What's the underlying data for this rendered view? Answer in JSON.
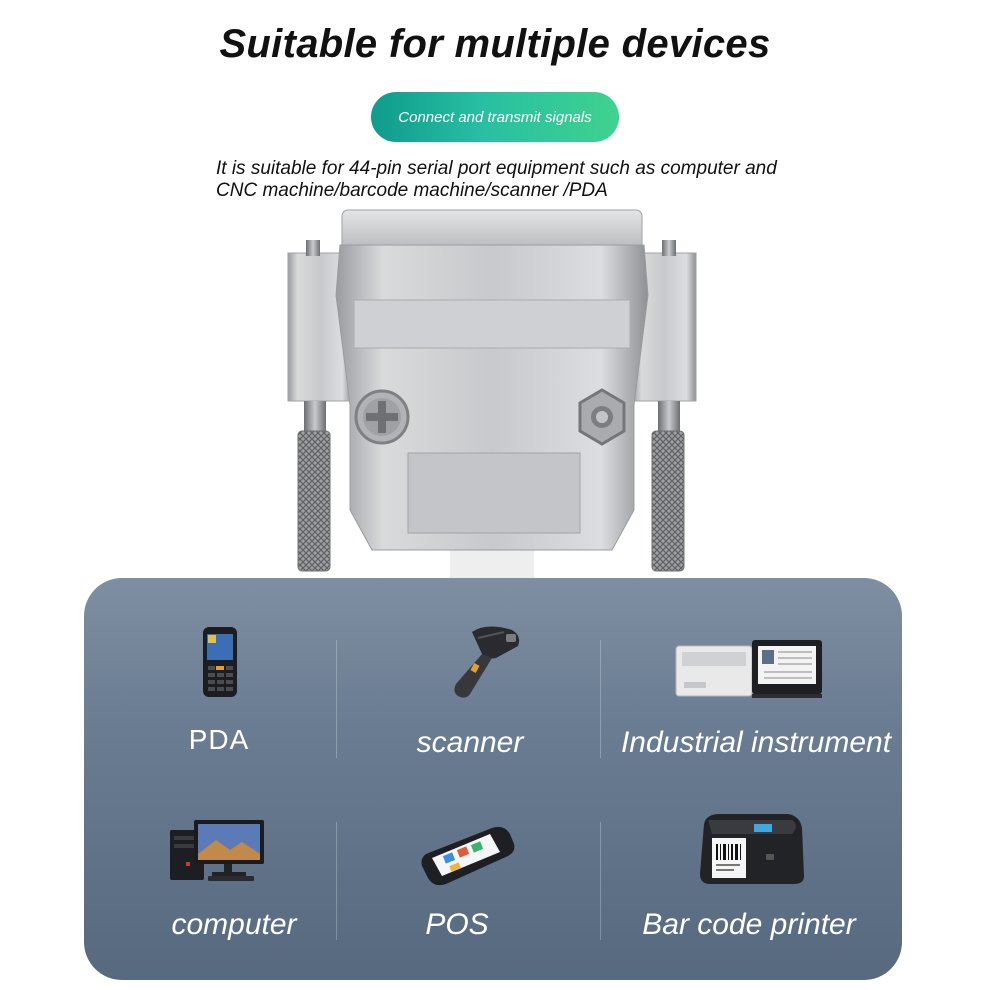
{
  "heading": "Suitable for multiple devices",
  "badge": "Connect and transmit signals",
  "description": "It is suitable for 44-pin serial port equipment such as computer and CNC machine/barcode machine/scanner /PDA",
  "devices": [
    {
      "label": "PDA",
      "icon": "pda-icon"
    },
    {
      "label": "scanner",
      "icon": "barcode-scanner-icon"
    },
    {
      "label": "Industrial instrument",
      "icon": "industrial-instrument-icon"
    },
    {
      "label": "computer",
      "icon": "computer-icon"
    },
    {
      "label": "POS",
      "icon": "pos-terminal-icon"
    },
    {
      "label": "Bar code printer",
      "icon": "barcode-printer-icon"
    }
  ],
  "colors": {
    "badge_start": "#0e9c8c",
    "badge_end": "#3fd28f",
    "panel": "#6b7d93"
  }
}
